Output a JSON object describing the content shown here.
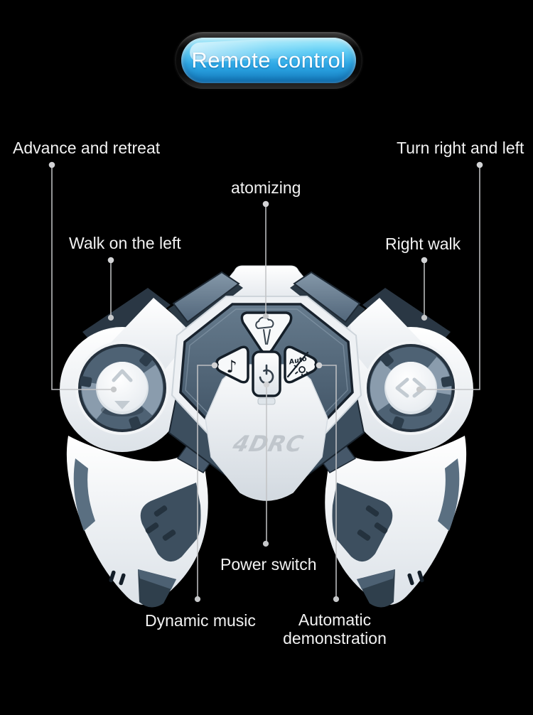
{
  "page": {
    "background": "#000000"
  },
  "badge": {
    "label": "Remote control",
    "text_color": "#ffffff",
    "blue_top": "#aeeffd",
    "blue_mid": "#2fa9e6",
    "blue_bottom": "#1583c7"
  },
  "controller": {
    "brand": "4DRC",
    "auto_button_label": "Auto",
    "body_white": "#f5f7f9",
    "panel_slate": "#54697e",
    "outline_navy": "#18222d",
    "buttons": [
      {
        "name": "atomize-button",
        "icon": "spray-icon"
      },
      {
        "name": "music-button",
        "icon": "music-note-icon"
      },
      {
        "name": "power-button",
        "icon": "power-icon"
      },
      {
        "name": "auto-button",
        "icon": "auto-light-icon"
      }
    ],
    "left_stick_icons": "up-down-arrows",
    "right_stick_icons": "left-right-arrows"
  },
  "callouts": [
    {
      "id": "advance",
      "text": "Advance and retreat"
    },
    {
      "id": "turn",
      "text": "Turn right and left"
    },
    {
      "id": "atomizing",
      "text": "atomizing"
    },
    {
      "id": "walk-left",
      "text": "Walk on the left"
    },
    {
      "id": "right-walk",
      "text": "Right walk"
    },
    {
      "id": "power",
      "text": "Power switch"
    },
    {
      "id": "music",
      "text": "Dynamic music"
    },
    {
      "id": "auto",
      "text": "Automatic demonstration"
    }
  ],
  "line_color": "#c2c3c5"
}
